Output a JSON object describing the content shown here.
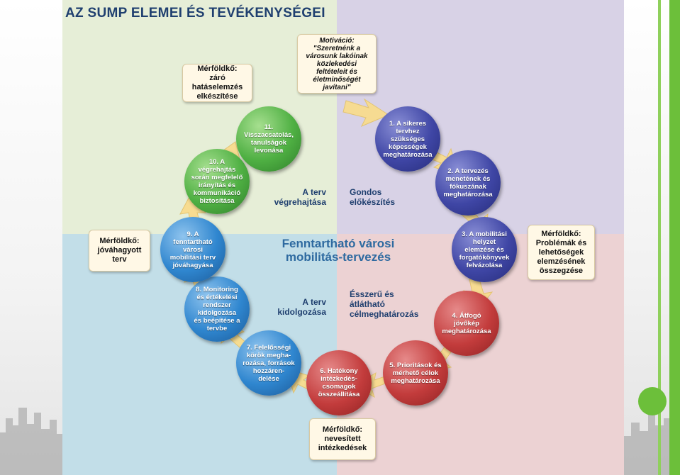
{
  "title": "AZ SUMP ELEMEI ÉS TEVÉKENYSÉGEI",
  "center_title_line1": "Fenntartható városi",
  "center_title_line2": "mobilitás-tervezés",
  "phases": {
    "prep_line1": "Gondos",
    "prep_line2": "előkészítés",
    "goals_line1": "Ésszerű és",
    "goals_line2": "átlátható",
    "goals_line3": "célmeghatározás",
    "plan_line1": "A terv",
    "plan_line2": "kidolgozása",
    "impl_line1": "A terv",
    "impl_line2": "végrehajtása"
  },
  "boxes": {
    "motivation": [
      "Motiváció:",
      "\"Szeretnénk a",
      "városunk lakóinak",
      "közlekedési",
      "feltételeit és",
      "életminőségét",
      "javítani\""
    ],
    "milestone_final": [
      "Mérföldkő:",
      "záró hatáselemzés",
      "elkészítése"
    ],
    "milestone_approved": [
      "Mérföldkő:",
      "jóváhagyott",
      "terv"
    ],
    "milestone_problems": [
      "Mérföldkő:",
      "Problémák és",
      "lehetőségek",
      "elemzésének",
      "összegzése"
    ],
    "milestone_measures": [
      "Mérföldkő:",
      "nevesített",
      "intézkedések"
    ]
  },
  "nodes": {
    "n1": [
      "1. A sikeres",
      "tervhez",
      "szükséges",
      "képességek",
      "meghatározása"
    ],
    "n2": [
      "2. A tervezés",
      "menetének és",
      "fókuszának",
      "meghatározása"
    ],
    "n3": [
      "3. A mobilitási",
      "helyzet",
      "elemzése és",
      "forgatókönyvek",
      "felvázolása"
    ],
    "n4": [
      "4. Átfogó",
      "jövőkép",
      "meghatározása"
    ],
    "n5": [
      "5. Prioritások és",
      "mérhető célok",
      "meghatározása"
    ],
    "n6": [
      "6. Hatékony",
      "intézkedés-",
      "csomagok",
      "összeállítása"
    ],
    "n7": [
      "7. Felelősségi",
      "körök megha-",
      "rozása, források",
      "hozzáren-",
      "delése"
    ],
    "n8": [
      "8. Monitoring",
      "és értékelési",
      "rendszer",
      "kidolgozása",
      "és beépítése a",
      "tervbe"
    ],
    "n9": [
      "9. A",
      "fenntartható",
      "városi",
      "mobilitási terv",
      "jóváhagyása"
    ],
    "n10": [
      "10. A",
      "végrehajtás",
      "során megfelelő",
      "irányítás és",
      "kommunikáció",
      "biztosítása"
    ],
    "n11": [
      "11.",
      "Visszacsatolás,",
      "tanulságok",
      "levonása"
    ]
  },
  "colors": {
    "preparation": "#3f46a5",
    "goals": "#c33c3c",
    "plan": "#2f86cf",
    "implementation": "#4fb043",
    "arrow": "#f8dc8e"
  }
}
